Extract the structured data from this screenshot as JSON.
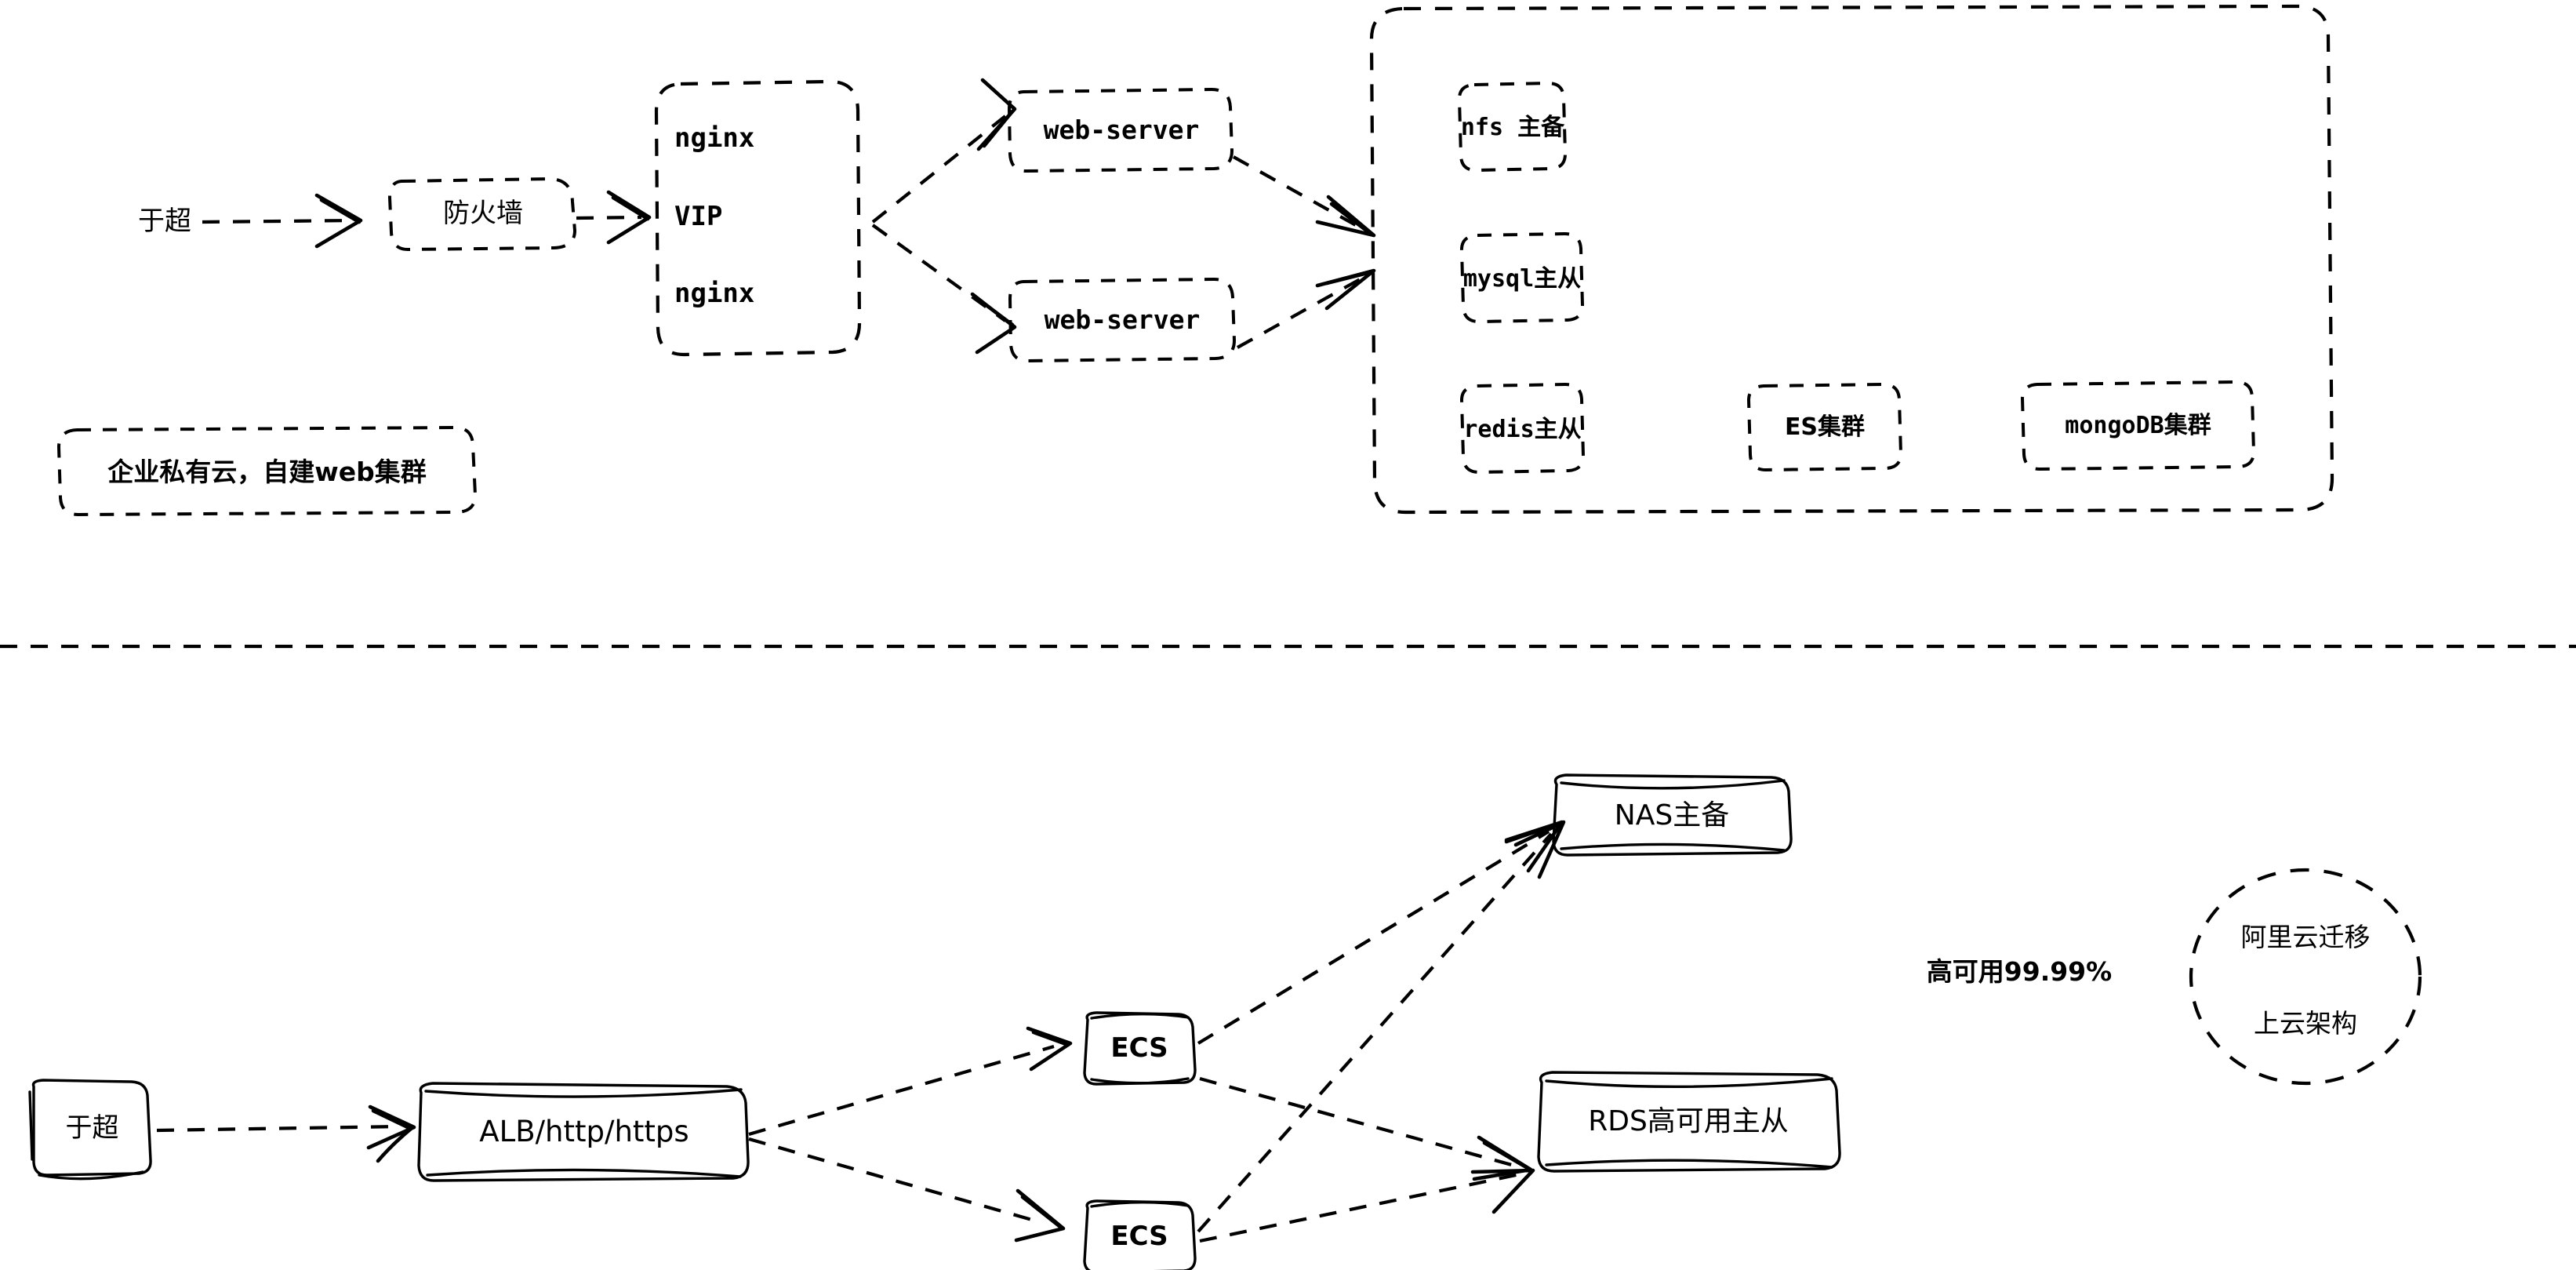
{
  "diagram": {
    "title_top_note": "企业私有云，自建web集群",
    "divider": "horizontal-dashed-separator",
    "top_section": {
      "actor": "于超",
      "firewall": "防火墙",
      "lb_box": {
        "line1": "nginx",
        "line2": "VIP",
        "line3": "nginx"
      },
      "web_servers": [
        "web-server",
        "web-server"
      ],
      "backend_cluster": {
        "items": [
          "nfs 主备",
          "mysql主从",
          "redis主从",
          "ES集群",
          "mongoDB集群"
        ]
      }
    },
    "bottom_section": {
      "actor": "于超",
      "alb": "ALB/http/https",
      "compute": [
        "ECS",
        "ECS"
      ],
      "storage": "NAS主备",
      "database": "RDS高可用主从",
      "sla_note": "高可用99.99%",
      "cloud_bubble": {
        "line1": "阿里云迁移",
        "line2": "上云架构"
      }
    }
  },
  "colors": {
    "stroke": "#000000",
    "background": "#ffffff",
    "text": "#000000"
  }
}
